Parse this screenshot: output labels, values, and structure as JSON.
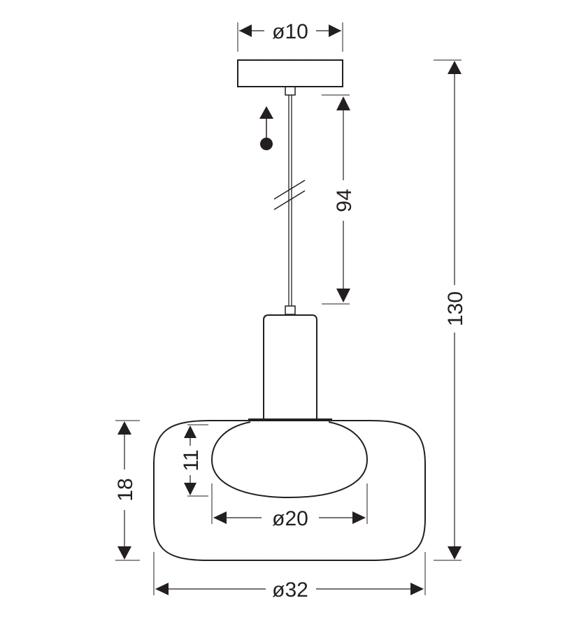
{
  "dimensions": {
    "canopy_diameter": "ø10",
    "cable_length": "94",
    "total_height": "130",
    "inner_globe_height": "11",
    "shade_height": "18",
    "inner_globe_diameter": "ø20",
    "shade_diameter": "ø32"
  },
  "colors": {
    "line": "#231f20",
    "background": "#ffffff"
  }
}
